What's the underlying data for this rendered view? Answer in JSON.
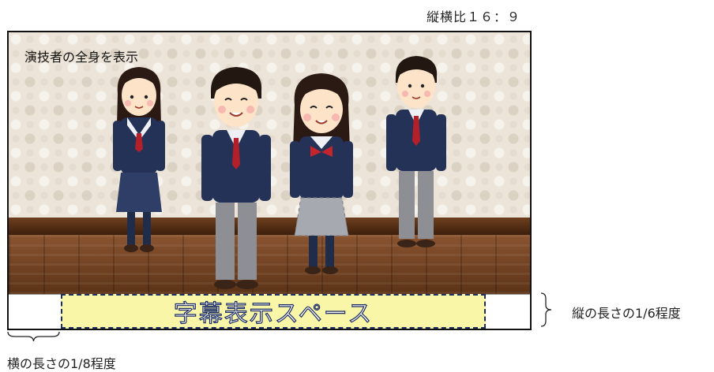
{
  "aspect_label": "縦横比１６：９",
  "frame": {
    "scene_caption": "演技者の全身を表示",
    "subtitle_area_label": "字幕表示スペース",
    "characters": [
      {
        "name": "girl-student-1",
        "icon": "girl-student-illustration"
      },
      {
        "name": "boy-student-1",
        "icon": "boy-student-illustration"
      },
      {
        "name": "girl-student-2",
        "icon": "girl-student-illustration"
      },
      {
        "name": "boy-student-2",
        "icon": "boy-student-illustration"
      }
    ]
  },
  "annotations": {
    "width_note": "横の長さの1/8程度",
    "height_note": "縦の長さの1/6程度"
  },
  "colors": {
    "subtitle_fill": "#faf6a8",
    "subtitle_border": "#1c2d63",
    "uniform_navy": "#243257",
    "floor_brown": "#7a4824",
    "wall_beige": "#ece4d8"
  }
}
